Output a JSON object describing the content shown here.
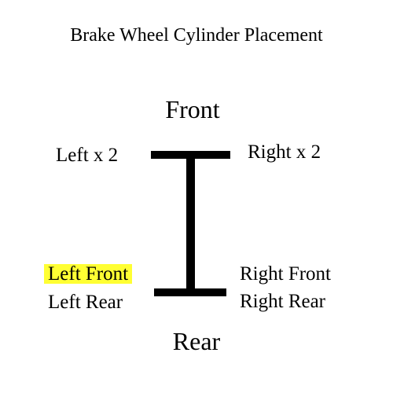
{
  "title": "Brake Wheel Cylinder Placement",
  "front_label": "Front",
  "rear_label": "Rear",
  "front_axle": {
    "left_label": "Left x 2",
    "right_label": "Right x 2"
  },
  "rear_axle": {
    "left_front_label": "Left Front",
    "left_rear_label": "Left Rear",
    "right_front_label": "Right Front",
    "right_rear_label": "Right Rear"
  },
  "highlight_color": "#ffff33",
  "line_color": "#000000"
}
